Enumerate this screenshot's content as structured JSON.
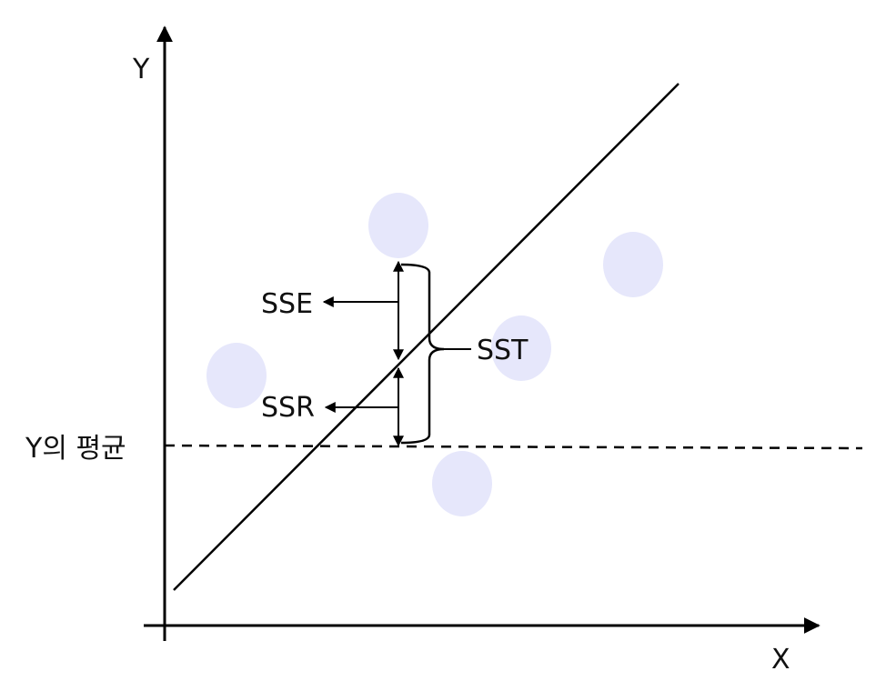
{
  "axes": {
    "y_label": "Y",
    "x_label": "X"
  },
  "mean_label": "Y의 평균",
  "labels": {
    "sse": "SSE",
    "ssr": "SSR",
    "sst": "SST"
  },
  "colors": {
    "stroke": "#000000",
    "point_fill": "#e6e7fb"
  },
  "point_count": 5
}
